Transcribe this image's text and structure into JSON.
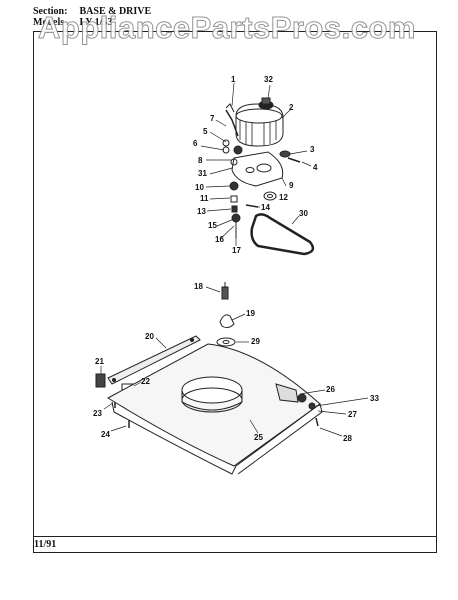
{
  "header": {
    "section_label": "Section:",
    "section_value": "BASE & DRIVE",
    "model_label": "Models",
    "model_value": "LY 1/53"
  },
  "watermark": "AppliancePartsPros.com",
  "footer": {
    "date": "11/91"
  },
  "callouts": {
    "c1": "1",
    "c2": "2",
    "c3": "3",
    "c4": "4",
    "c5": "5",
    "c6": "6",
    "c7": "7",
    "c8": "8",
    "c9": "9",
    "c10": "10",
    "c11": "11",
    "c12": "12",
    "c13": "13",
    "c14": "14",
    "c15": "15",
    "c16": "16",
    "c17": "17",
    "c18": "18",
    "c19": "19",
    "c20": "20",
    "c21": "21",
    "c22": "22",
    "c23": "23",
    "c24": "24",
    "c25": "25",
    "c26": "26",
    "c27": "27",
    "c28": "28",
    "c29": "29",
    "c30": "30",
    "c31": "31",
    "c32": "32",
    "c33": "33"
  }
}
